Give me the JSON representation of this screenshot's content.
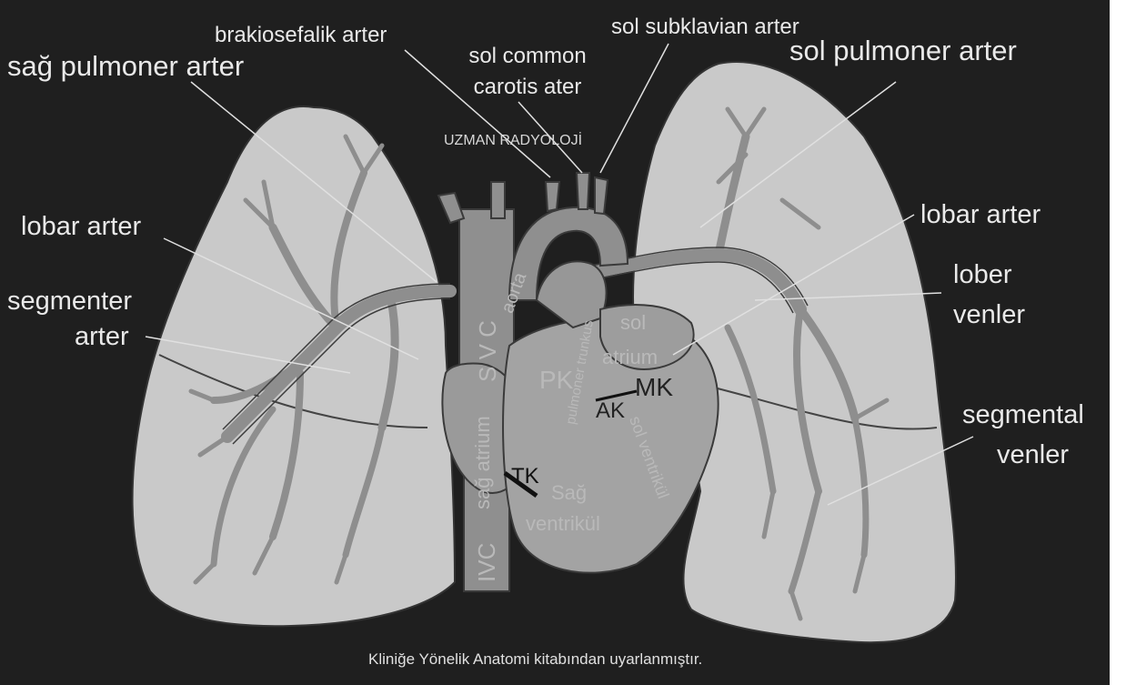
{
  "labels": {
    "sag_pulmoner_arter": "sağ pulmoner arter",
    "brakiosefalik_arter": "brakiosefalik arter",
    "sol_common_carotis_line1": "sol common",
    "sol_common_carotis_line2": "carotis ater",
    "sol_subklavian_arter": "sol subklavian arter",
    "sol_pulmoner_arter": "sol pulmoner arter",
    "watermark": "UZMAN RADYOLOJİ",
    "lobar_arter_left": "lobar arter",
    "lobar_arter_right": "lobar arter",
    "segmenter_arter_line1": "segmenter",
    "segmenter_arter_line2": "arter",
    "lober_venler_line1": "lober",
    "lober_venler_line2": "venler",
    "segmental_venler_line1": "segmental",
    "segmental_venler_line2": "venler",
    "caption": "Kliniğe Yönelik Anatomi kitabından uyarlanmıştır."
  },
  "heart_labels": {
    "svc": "S V C",
    "ivc": "IVC",
    "sag_atrium": "sağ atrium",
    "aorta": "aorta",
    "pulmoner_trunkus": "pulmoner trunkus",
    "pulmoner_kapak": "PK",
    "aort_kapak": "AK",
    "mitral_kapak": "MK",
    "triküspit_kapak": "TK",
    "sol_atrium_line1": "sol",
    "sol_atrium_line2": "atrium",
    "sol_ventrikul": "sol ventrikül",
    "sag_ventrikul_line1": "Sağ",
    "sag_ventrikul_line2": "ventrikül"
  },
  "colors": {
    "background": "#1f1f1f",
    "lung": "#c9c9c9",
    "vessel": "#8e8e8e",
    "vessel_edge": "#3c3c3c",
    "heart": "#9a9a9a",
    "label": "#e9e9e9"
  }
}
